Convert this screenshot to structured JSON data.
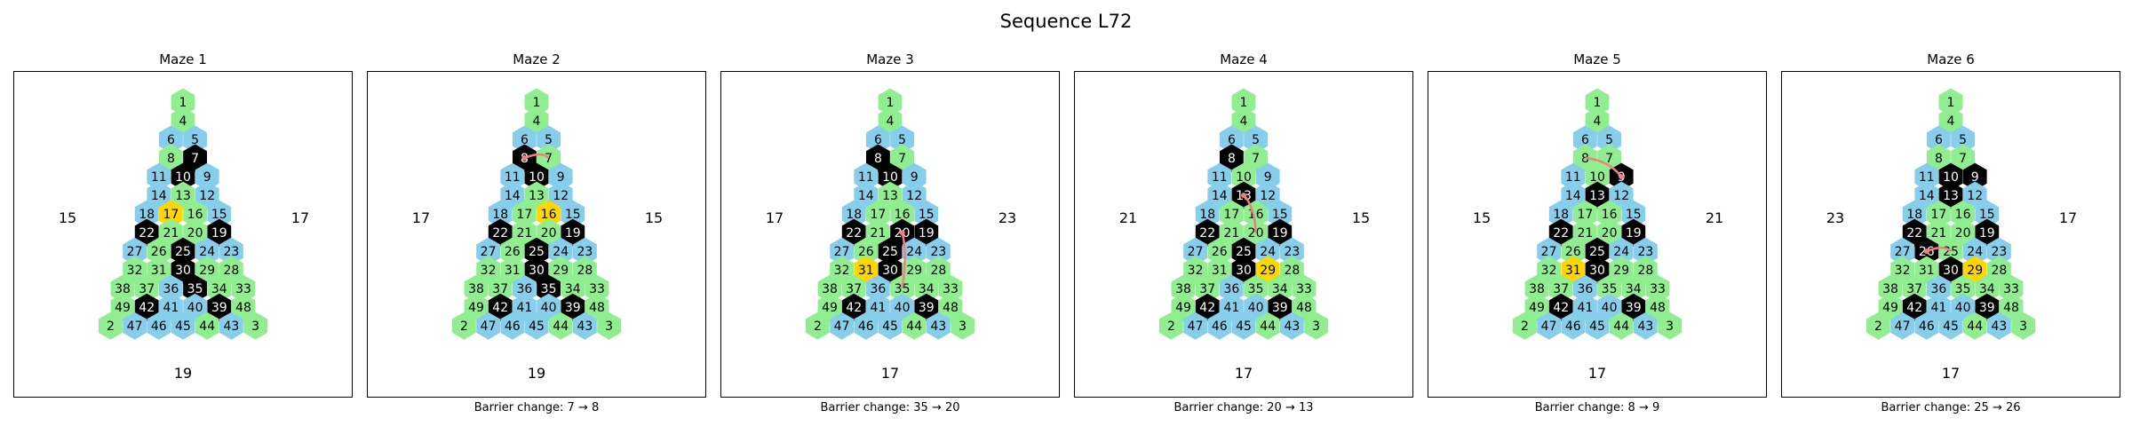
{
  "title": "Sequence L72",
  "colors": {
    "open": "#90EE90",
    "bridge": "#87CEEB",
    "barrier": "#000000",
    "highlight": "#FFD700",
    "arrow": "#F08080"
  },
  "mazes": [
    {
      "title": "Maze 1",
      "left_value": "15",
      "right_value": "17",
      "bottom_value": "19",
      "caption": "",
      "highlight": [
        17
      ],
      "barriers": [
        7,
        10,
        22,
        25,
        19,
        30,
        35,
        42,
        39
      ],
      "arrow": null
    },
    {
      "title": "Maze 2",
      "left_value": "17",
      "right_value": "15",
      "bottom_value": "19",
      "caption": "Barrier change: 7 → 8",
      "highlight": [
        16
      ],
      "barriers": [
        8,
        10,
        22,
        25,
        19,
        30,
        35,
        42,
        39
      ],
      "arrow": [
        7,
        8
      ]
    },
    {
      "title": "Maze 3",
      "left_value": "17",
      "right_value": "23",
      "bottom_value": "17",
      "caption": "Barrier change: 35 → 20",
      "highlight": [
        31
      ],
      "barriers": [
        8,
        10,
        22,
        25,
        20,
        19,
        30,
        42,
        39
      ],
      "arrow": [
        35,
        20
      ]
    },
    {
      "title": "Maze 4",
      "left_value": "21",
      "right_value": "15",
      "bottom_value": "17",
      "caption": "Barrier change: 20 → 13",
      "highlight": [
        29
      ],
      "barriers": [
        8,
        13,
        22,
        25,
        19,
        30,
        42,
        39
      ],
      "arrow": [
        20,
        13
      ]
    },
    {
      "title": "Maze 5",
      "left_value": "15",
      "right_value": "21",
      "bottom_value": "17",
      "caption": "Barrier change: 8 → 9",
      "highlight": [
        31
      ],
      "barriers": [
        9,
        13,
        22,
        25,
        19,
        30,
        42,
        39
      ],
      "arrow": [
        8,
        9
      ]
    },
    {
      "title": "Maze 6",
      "left_value": "23",
      "right_value": "17",
      "bottom_value": "17",
      "caption": "Barrier change: 25 → 26",
      "highlight": [
        29
      ],
      "barriers": [
        10,
        9,
        13,
        22,
        26,
        19,
        30,
        42,
        39
      ],
      "arrow": [
        25,
        26
      ]
    }
  ],
  "grid": {
    "rows": [
      [
        1
      ],
      [
        4
      ],
      [
        6,
        5
      ],
      [
        8,
        7
      ],
      [
        11,
        10,
        9
      ],
      [
        14,
        13,
        12
      ],
      [
        18,
        17,
        16,
        15
      ],
      [
        22,
        21,
        20,
        19
      ],
      [
        27,
        26,
        25,
        24,
        23
      ],
      [
        32,
        31,
        30,
        29,
        28
      ],
      [
        38,
        37,
        36,
        35,
        34,
        33
      ],
      [
        49,
        42,
        41,
        40,
        39,
        48
      ],
      [
        2,
        47,
        46,
        45,
        44,
        43,
        3
      ]
    ],
    "bridges": [
      5,
      6,
      9,
      11,
      12,
      14,
      15,
      18,
      23,
      24,
      27,
      36,
      40,
      41,
      43,
      45,
      46,
      47
    ]
  }
}
